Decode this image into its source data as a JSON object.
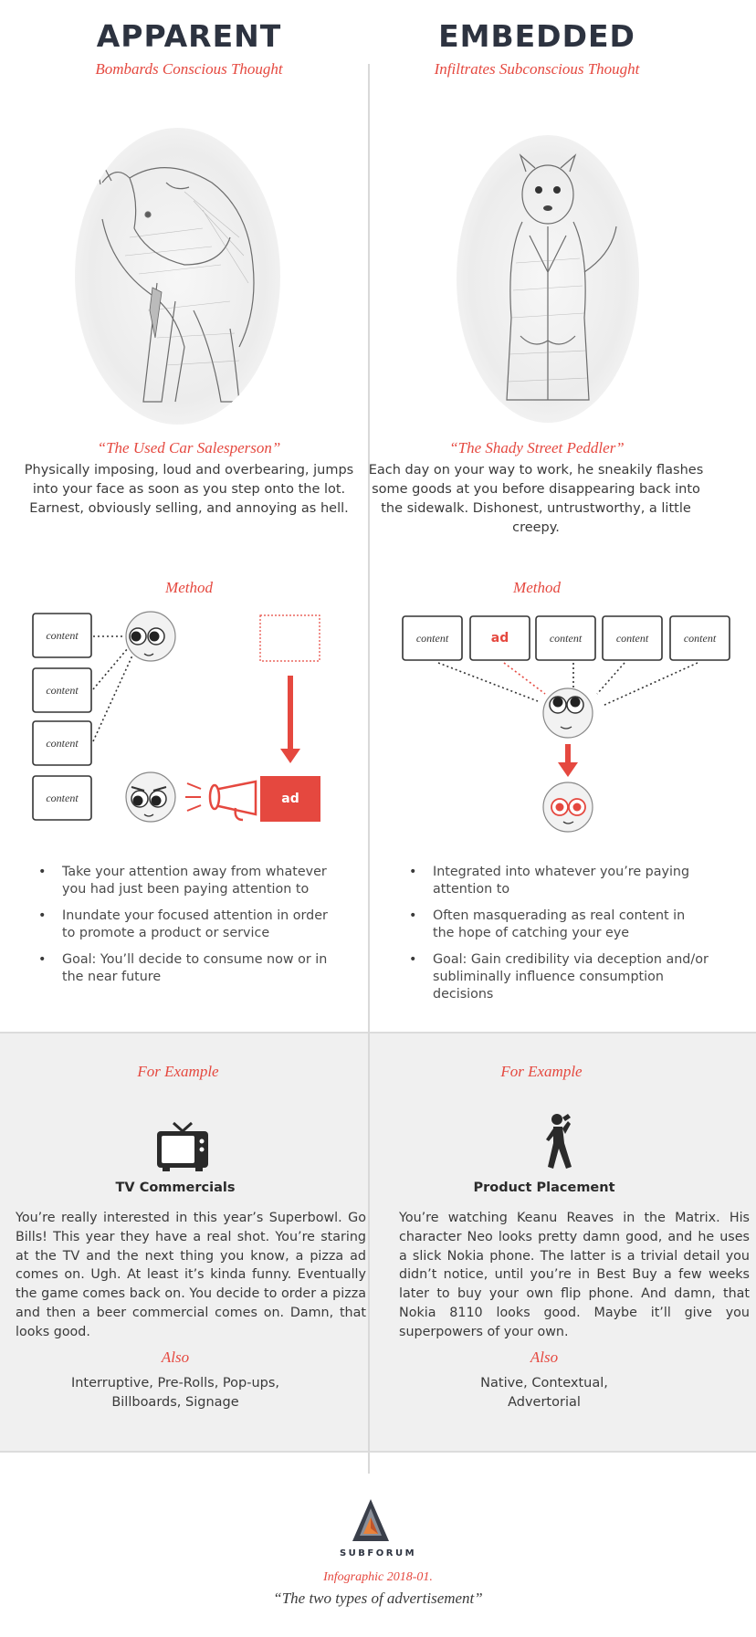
{
  "left": {
    "title": "APPARENT",
    "subtitle": "Bombards Conscious Thought",
    "character": "“The Used Car Salesperson”",
    "description": "Physically imposing, loud and overbearing, jumps into your face as soon as you step onto the lot. Earnest, obviously selling, and annoying as hell.",
    "method_label": "Method",
    "diagram": {
      "content_labels": [
        "content",
        "content",
        "content",
        "content"
      ],
      "ad_label": "ad"
    },
    "bullets": [
      "Take your attention away from whatever you had just been paying attention to",
      "Inundate your focused attention in order to promote a product or service",
      "Goal: You’ll decide to consume now or in the near future"
    ],
    "example_label": "For Example",
    "example_title": "TV Commercials",
    "example_text": "You’re really interested in this year’s Superbowl. Go Bills! This year they have a real shot. You’re staring at the TV and the next thing you know, a pizza ad comes on. Ugh. At least it’s kinda funny. Eventually the game comes back on. You decide to order a pizza and then a beer commercial comes on. Damn, that looks good.",
    "also_label": "Also",
    "also_line1": "Interruptive, Pre-Rolls, Pop-ups,",
    "also_line2": "Billboards, Signage"
  },
  "right": {
    "title": "EMBEDDED",
    "subtitle": "Infiltrates Subconscious Thought",
    "character": "“The Shady Street Peddler”",
    "description": "Each day on your way to work, he sneakily flashes some goods at you before disappearing back into the sidewalk. Dishonest, untrustworthy, a little creepy.",
    "method_label": "Method",
    "diagram": {
      "box_labels": [
        "content",
        "ad",
        "content",
        "content",
        "content"
      ]
    },
    "bullets": [
      "Integrated into whatever you’re paying attention to",
      "Often masquerading as real content in the hope of catching your eye",
      "Goal: Gain credibility via deception and/or subliminally influence consumption decisions"
    ],
    "example_label": "For Example",
    "example_title": "Product Placement",
    "example_text": "You’re watching Keanu Reaves in the Matrix. His character Neo looks pretty damn good, and he uses a slick Nokia phone. The latter is a trivial detail you didn’t notice, until you’re in Best Buy a few weeks later to buy your own flip phone. And damn, that Nokia 8110 looks good. Maybe it’ll give you superpowers of your own.",
    "also_label": "Also",
    "also_line1": "Native, Contextual,",
    "also_line2": "Advertorial"
  },
  "footer": {
    "brand": "SUBFORUM",
    "infographic_id": "Infographic 2018-01.",
    "infographic_title": "“The two types of advertisement”"
  },
  "colors": {
    "accent_red": "#e5483f",
    "heading_dark": "#2d3340",
    "panel_gray": "#f0f0f0"
  },
  "icons": [
    "rhino-illustration",
    "weasel-illustration",
    "tv-icon",
    "person-phone-icon",
    "subforum-logo-icon",
    "megaphone-icon"
  ]
}
